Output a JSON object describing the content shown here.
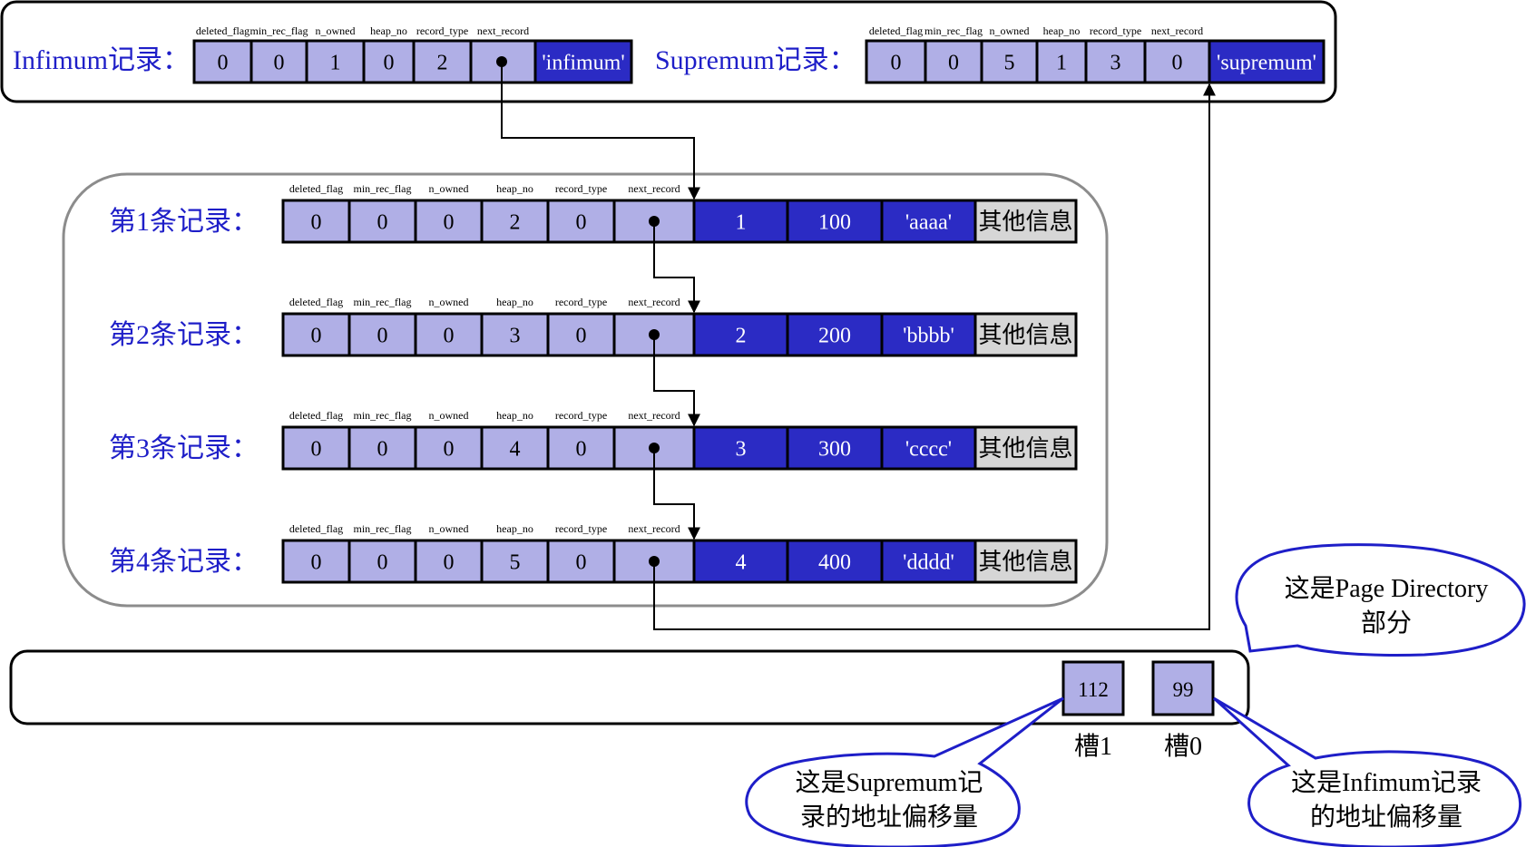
{
  "field_headers": [
    "deleted_flag",
    "min_rec_flag",
    "n_owned",
    "heap_no",
    "record_type",
    "next_record"
  ],
  "infimum": {
    "label": "Infimum记录：",
    "values": [
      "0",
      "0",
      "1",
      "0",
      "2"
    ],
    "data": "'infimum'"
  },
  "supremum": {
    "label": "Supremum记录：",
    "values": [
      "0",
      "0",
      "5",
      "1",
      "3",
      "0"
    ],
    "data": "'supremum'"
  },
  "records": [
    {
      "label": "第1条记录：",
      "header": [
        "0",
        "0",
        "0",
        "2",
        "0"
      ],
      "columns": [
        "1",
        "100",
        "'aaaa'"
      ],
      "other": "其他信息"
    },
    {
      "label": "第2条记录：",
      "header": [
        "0",
        "0",
        "0",
        "3",
        "0"
      ],
      "columns": [
        "2",
        "200",
        "'bbbb'"
      ],
      "other": "其他信息"
    },
    {
      "label": "第3条记录：",
      "header": [
        "0",
        "0",
        "0",
        "4",
        "0"
      ],
      "columns": [
        "3",
        "300",
        "'cccc'"
      ],
      "other": "其他信息"
    },
    {
      "label": "第4条记录：",
      "header": [
        "0",
        "0",
        "0",
        "5",
        "0"
      ],
      "columns": [
        "4",
        "400",
        "'dddd'"
      ],
      "other": "其他信息"
    }
  ],
  "page_directory": {
    "slots": [
      {
        "value": "112",
        "label": "槽1"
      },
      {
        "value": "99",
        "label": "槽0"
      }
    ]
  },
  "callouts": {
    "directory": [
      "这是Page Directory",
      "部分"
    ],
    "supremum_offset": [
      "这是Supremum记",
      "录的地址偏移量"
    ],
    "infimum_offset": [
      "这是Infimum记录",
      "的地址偏移量"
    ]
  },
  "colors": {
    "header_cell": "#B0AFE6",
    "data_cell": "#2B2BC4",
    "other_cell": "#D6D6D6",
    "label_text": "#1E1EC8",
    "group_border": "#8C8C8C"
  }
}
